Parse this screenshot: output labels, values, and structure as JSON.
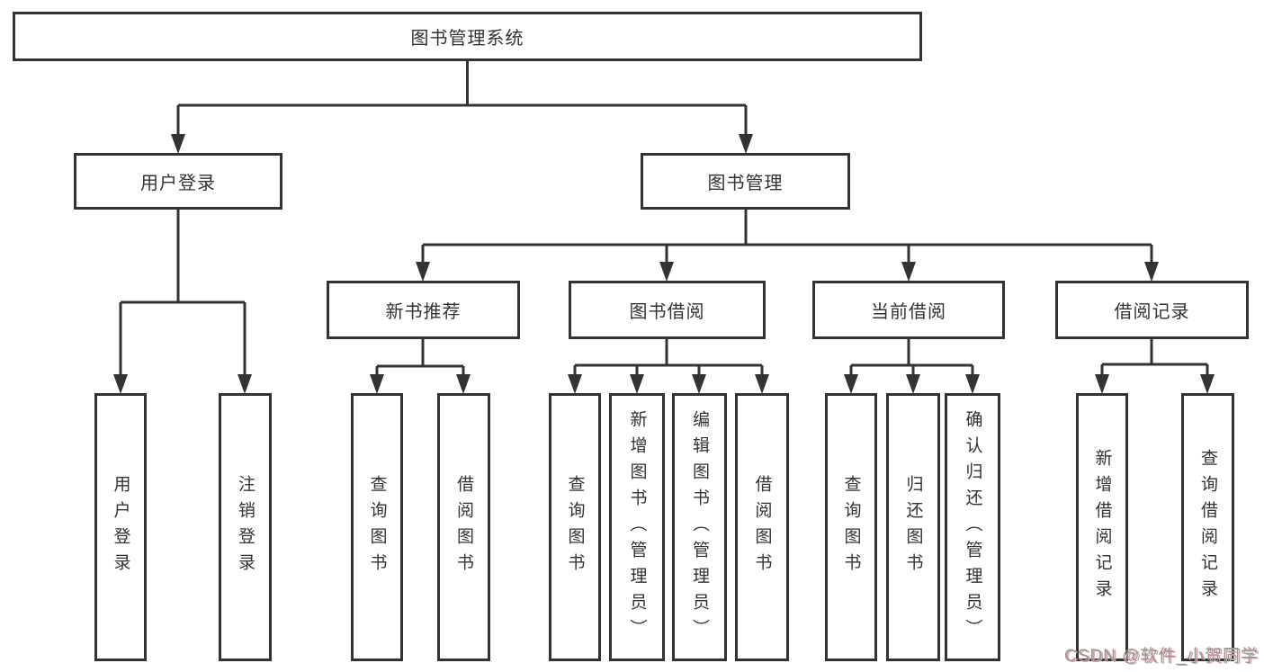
{
  "diagram_title": "图书管理系统",
  "colors": {
    "line": "#333333",
    "box_border": "#333333",
    "background": "#ffffff",
    "watermark_gray": "#979797",
    "watermark_red": "#df9d9d"
  },
  "tree": {
    "label": "图书管理系统",
    "children": [
      {
        "label": "用户登录",
        "children": [
          {
            "label": "用户登录"
          },
          {
            "label": "注销登录"
          }
        ]
      },
      {
        "label": "图书管理",
        "children": [
          {
            "label": "新书推荐",
            "children": [
              {
                "label": "查询图书"
              },
              {
                "label": "借阅图书"
              }
            ]
          },
          {
            "label": "图书借阅",
            "children": [
              {
                "label": "查询图书"
              },
              {
                "label": "新增图书（管理员）"
              },
              {
                "label": "编辑图书（管理员）"
              },
              {
                "label": "借阅图书"
              }
            ]
          },
          {
            "label": "当前借阅",
            "children": [
              {
                "label": "查询图书"
              },
              {
                "label": "归还图书"
              },
              {
                "label": "确认归还（管理员）"
              }
            ]
          },
          {
            "label": "借阅记录",
            "children": [
              {
                "label": "新增借阅记录"
              },
              {
                "label": "查询借阅记录"
              }
            ]
          }
        ]
      }
    ]
  },
  "watermark": {
    "text": "CSDN @软件_小贺同学"
  }
}
